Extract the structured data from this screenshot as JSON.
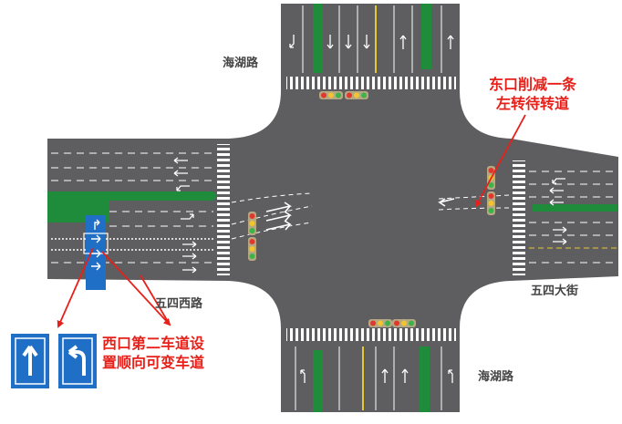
{
  "roads": {
    "north": "海湖路",
    "south": "海湖路",
    "west": "五四西路",
    "east": "五四大街"
  },
  "annotations": {
    "east": {
      "line1": "东口削减一条",
      "line2": "左转待转道"
    },
    "west": {
      "line1": "西口第二车道设",
      "line2": "置顺向可变车道"
    }
  },
  "colors": {
    "road": "#5e5e60",
    "median": "#1f8c3b",
    "sign_blue": "#1f6fc7",
    "signal_housing": "#b5a882",
    "callout_red": "#e8201a"
  },
  "icons": [
    "straight-arrow-icon",
    "left-turn-arrow-icon",
    "traffic-signal-icon",
    "lane-arrow-icon",
    "variable-lane-sign-icon"
  ]
}
